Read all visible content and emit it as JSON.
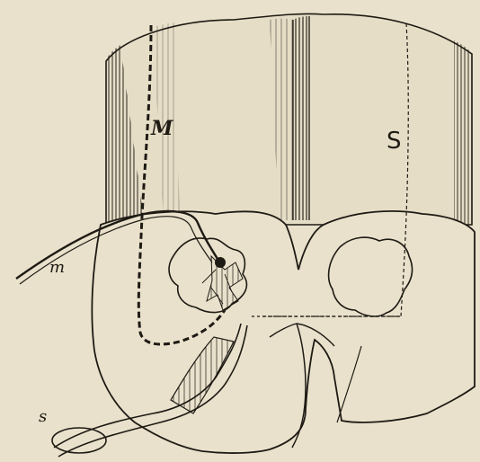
{
  "figure": {
    "labels": {
      "motor_column": "M",
      "sensory_column": "S",
      "motor_nerve": "m",
      "sensory_nerve": "s"
    }
  },
  "colors": {
    "paper": "#e9e1cb",
    "ink": "#1e1a14"
  }
}
